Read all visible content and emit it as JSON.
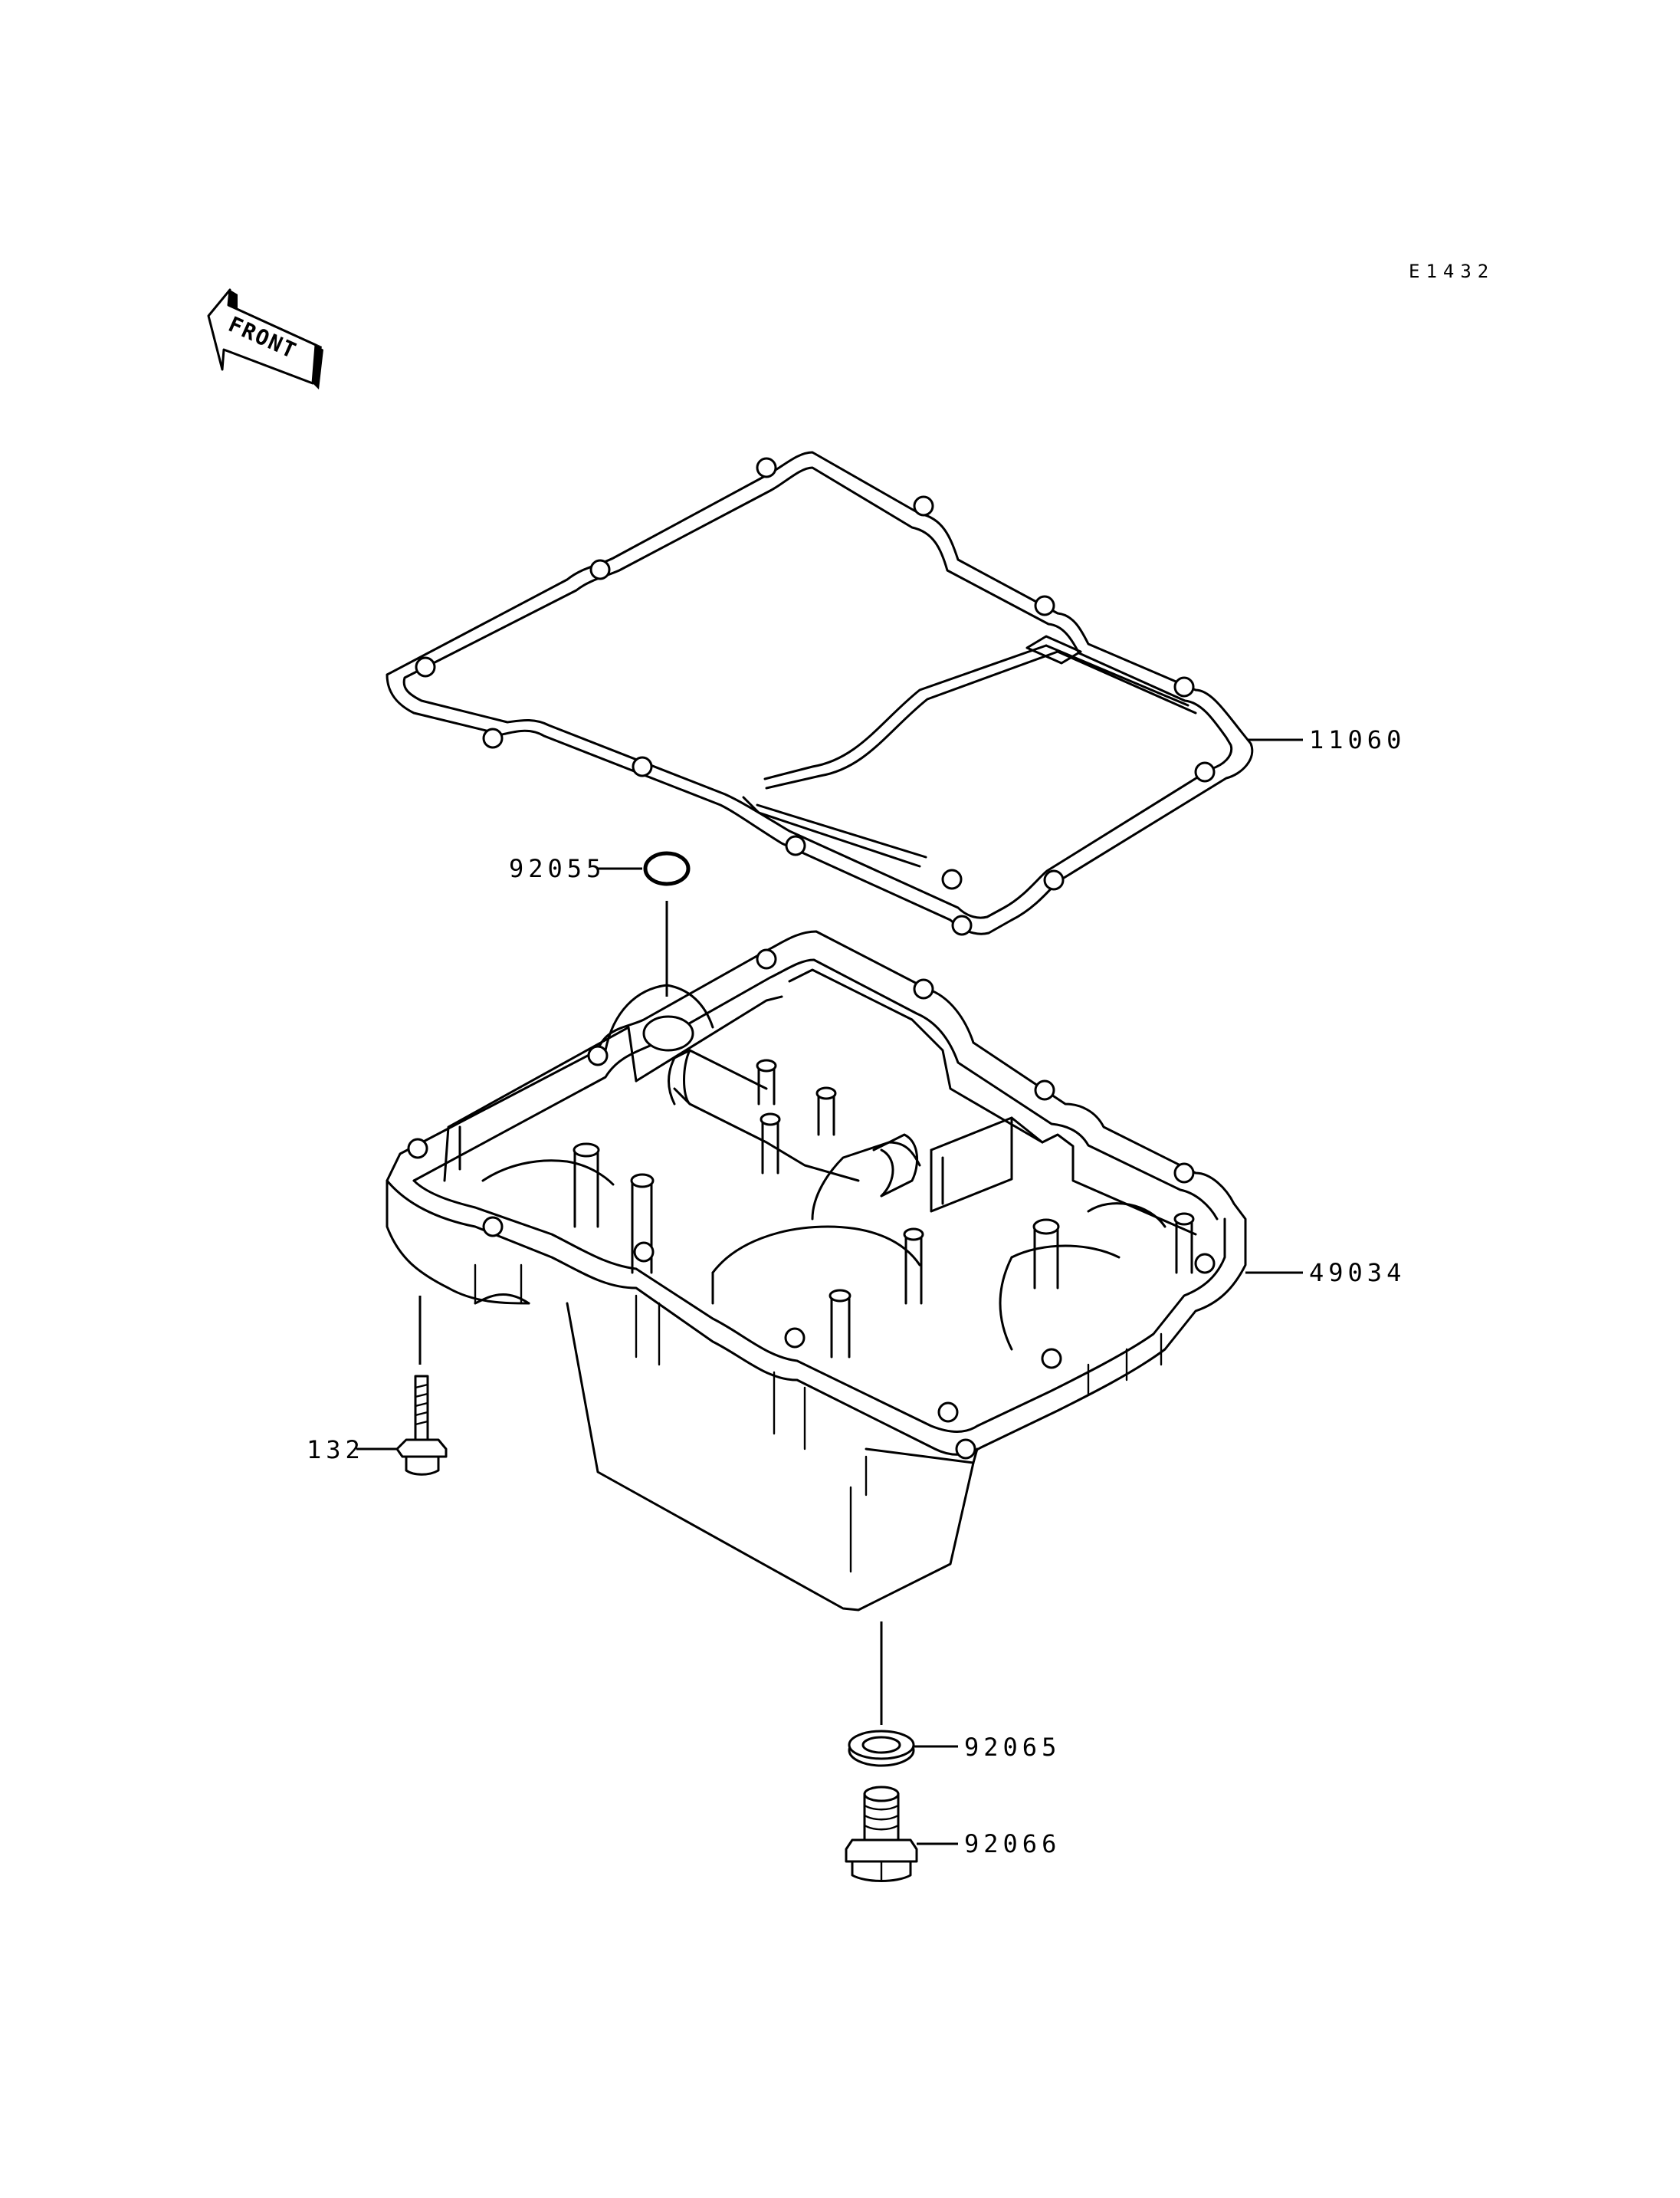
{
  "diagram": {
    "code": "E1432",
    "front_label": "FRONT",
    "parts": [
      {
        "id": "gasket",
        "number": "11060"
      },
      {
        "id": "o-ring",
        "number": "92055"
      },
      {
        "id": "oil-pan",
        "number": "49034"
      },
      {
        "id": "pan-bolt",
        "number": "132"
      },
      {
        "id": "drain-washer",
        "number": "92065"
      },
      {
        "id": "drain-plug",
        "number": "92066"
      }
    ]
  }
}
